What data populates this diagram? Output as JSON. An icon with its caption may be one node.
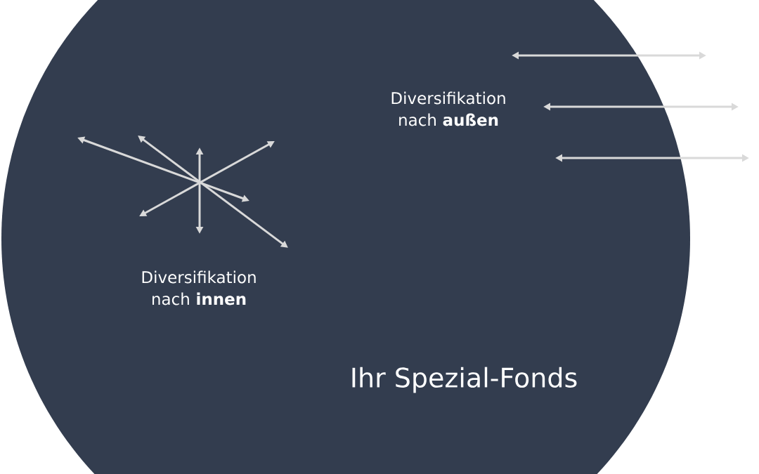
{
  "diagram": {
    "nodes": [
      {
        "text": [
          "Ihr Spezial-Fonds"
        ]
      }
    ],
    "labels": [
      "Diversifikation nach **außen**",
      "Diversifikation nach **innen**"
    ]
  }
}
